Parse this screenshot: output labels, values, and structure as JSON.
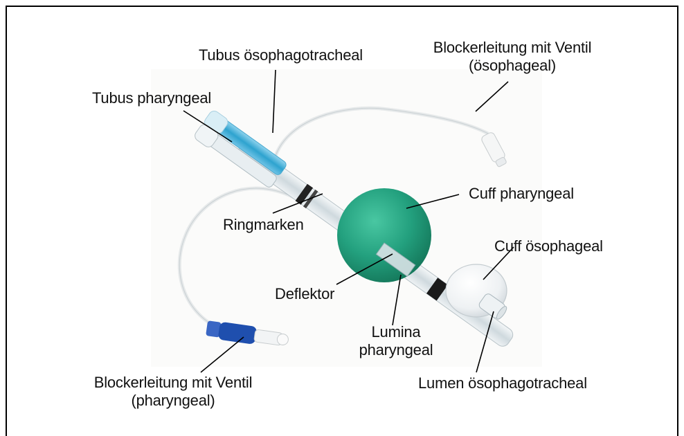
{
  "labels": {
    "tubus_oesophagotracheal": "Tubus ösophagotracheal",
    "blockerleitung_oes_line1": "Blockerleitung mit Ventil",
    "blockerleitung_oes_line2": "(ösophageal)",
    "tubus_pharyngeal": "Tubus pharyngeal",
    "cuff_pharyngeal": "Cuff pharyngeal",
    "ringmarken": "Ringmarken",
    "cuff_oesophageal": "Cuff ösophageal",
    "deflektor": "Deflektor",
    "lumina_line1": "Lumina",
    "lumina_line2": "pharyngeal",
    "blockerleitung_ph_line1": "Blockerleitung mit Ventil",
    "blockerleitung_ph_line2": "(pharyngeal)",
    "lumen_oesophagotracheal": "Lumen ösophagotracheal"
  },
  "colors": {
    "cuff_pharyngeal": "#23a07e",
    "tube_blue": "#2ea3cf",
    "valve_blue": "#1f4fae",
    "tube_clear": "#dfe7ea",
    "border": "#000000"
  }
}
